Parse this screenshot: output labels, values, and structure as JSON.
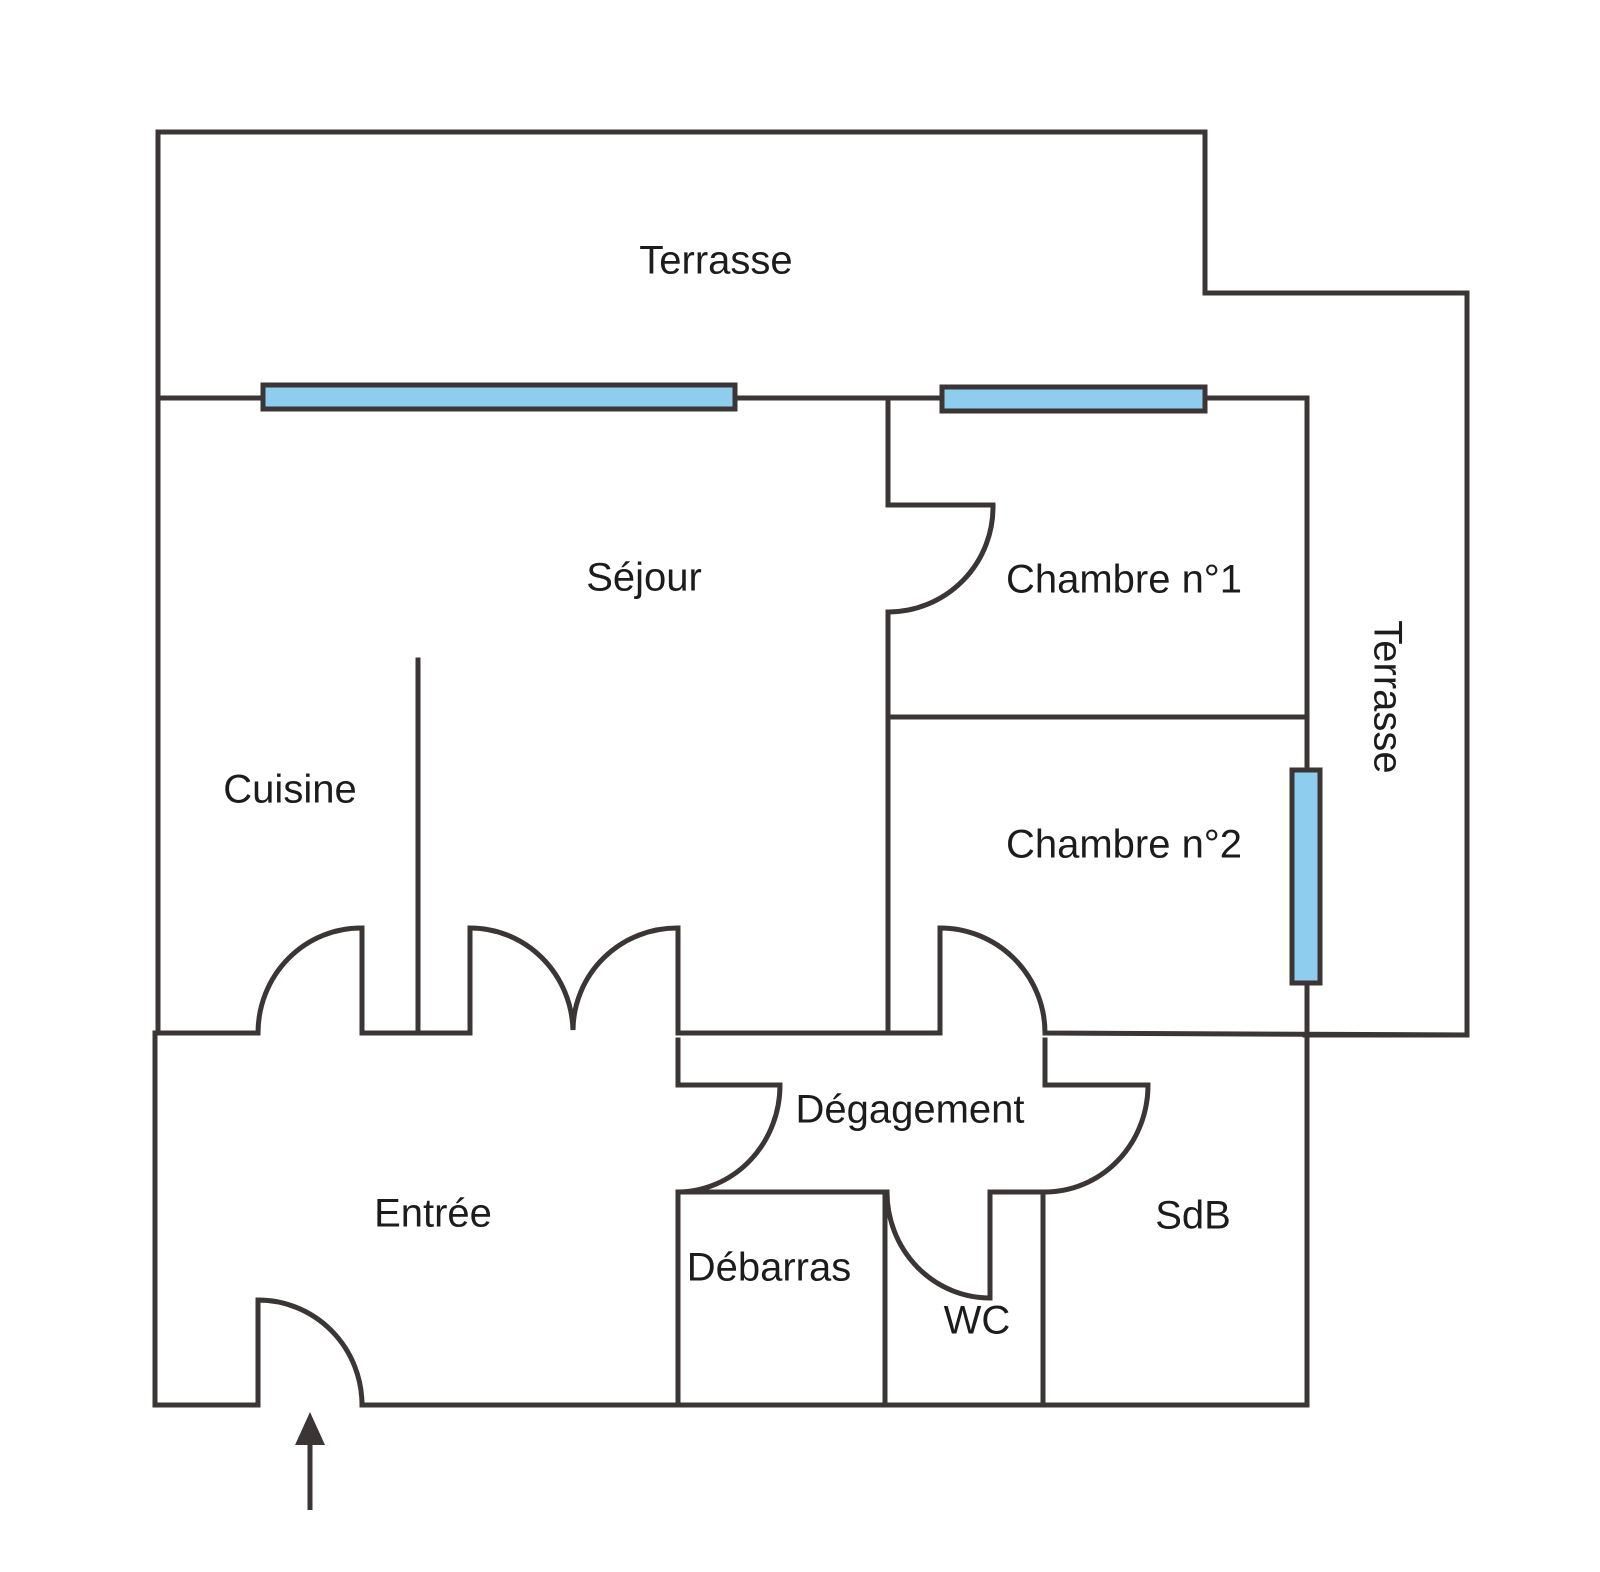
{
  "colors": {
    "wall": "#3b3536",
    "glass": "#8ecdee"
  },
  "rooms": {
    "terrasse_top": "Terrasse",
    "terrasse_side": "Terrasse",
    "sejour": "Séjour",
    "chambre1": "Chambre n°1",
    "chambre2": "Chambre n°2",
    "cuisine": "Cuisine",
    "degagement": "Dégagement",
    "entree": "Entrée",
    "sdb": "SdB",
    "debarras": "Débarras",
    "wc": "WC"
  },
  "icons": {
    "entrance": "entrance-arrow-icon"
  }
}
